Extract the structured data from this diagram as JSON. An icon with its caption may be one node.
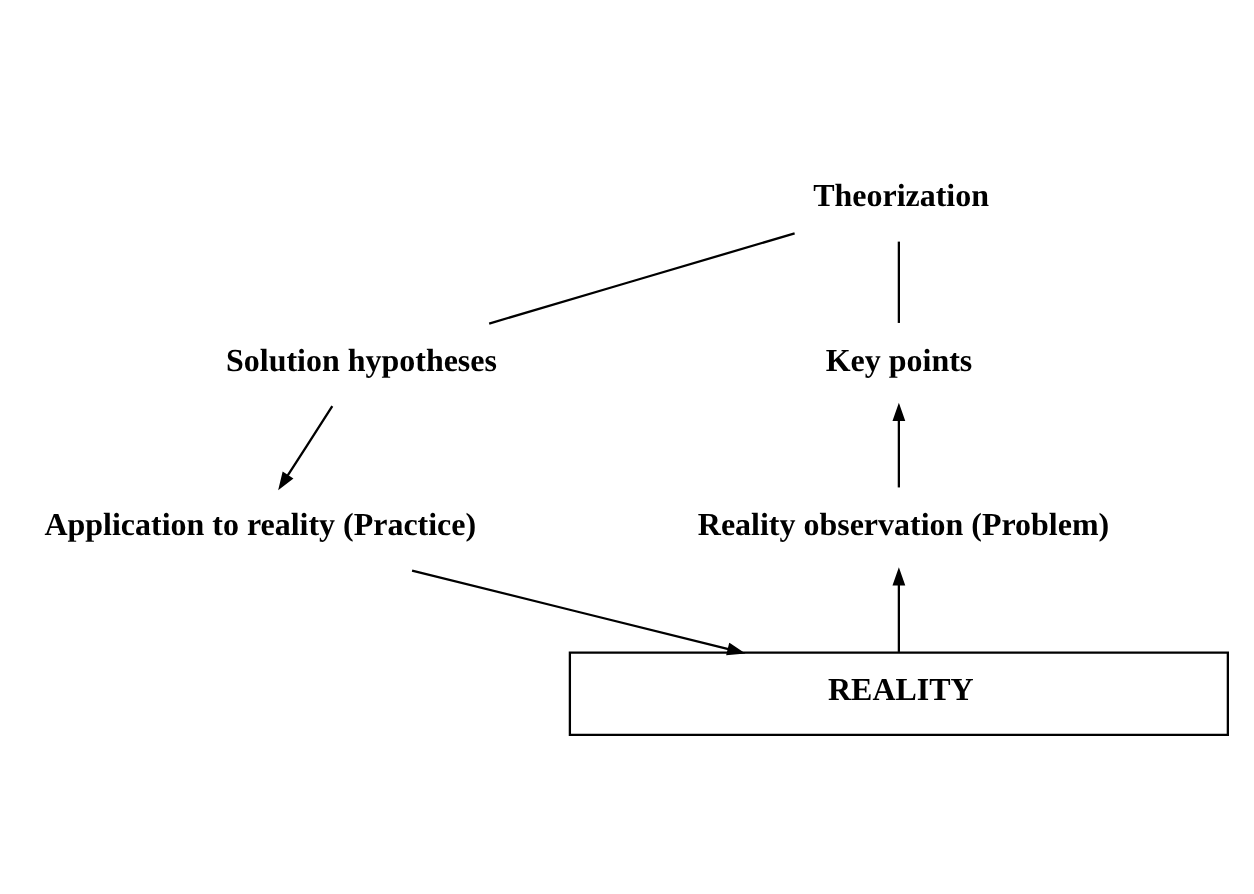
{
  "diagram": {
    "nodes": [
      {
        "text": [
          "Theorization"
        ]
      },
      {
        "text": [
          "Key points"
        ]
      },
      {
        "text": [
          "Solution hypotheses"
        ]
      },
      {
        "text": [
          "Reality observation (Problem)"
        ]
      },
      {
        "text": [
          "Application to reality (Practice)"
        ]
      },
      {
        "text": [
          "REALITY"
        ]
      }
    ],
    "edges": [
      {
        "from": 5,
        "to": 3,
        "arrow": "to"
      },
      {
        "from": 3,
        "to": 1,
        "arrow": "to"
      },
      {
        "from": 1,
        "to": 0,
        "arrow": "none"
      },
      {
        "from": 0,
        "to": 2,
        "arrow": "none"
      },
      {
        "from": 2,
        "to": 4,
        "arrow": "to"
      },
      {
        "from": 4,
        "to": 5,
        "arrow": "to"
      }
    ]
  }
}
